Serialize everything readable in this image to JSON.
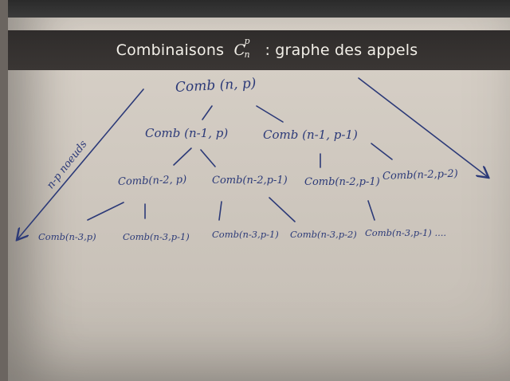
{
  "banner": {
    "title_prefix": "Combinaisons",
    "title_symbol": "C",
    "symbol_sup": "p",
    "symbol_sub": "n",
    "title_suffix": ": graphe des appels"
  },
  "graph": {
    "root": "Comb (n, p)",
    "level1": [
      "Comb (n-1, p)",
      "Comb (n-1, p-1)"
    ],
    "level2": [
      "Comb(n-2, p)",
      "Comb(n-2,p-1)",
      "Comb(n-2,p-1)",
      "Comb(n-2,p-2)"
    ],
    "level3": [
      "Comb(n-3,p)",
      "Comb(n-3,p-1)",
      "Comb(n-3,p-1)",
      "Comb(n-3,p-2)",
      "Comb(n-3,p-1) ...."
    ],
    "left_arrow_label": "n-p noeuds"
  }
}
